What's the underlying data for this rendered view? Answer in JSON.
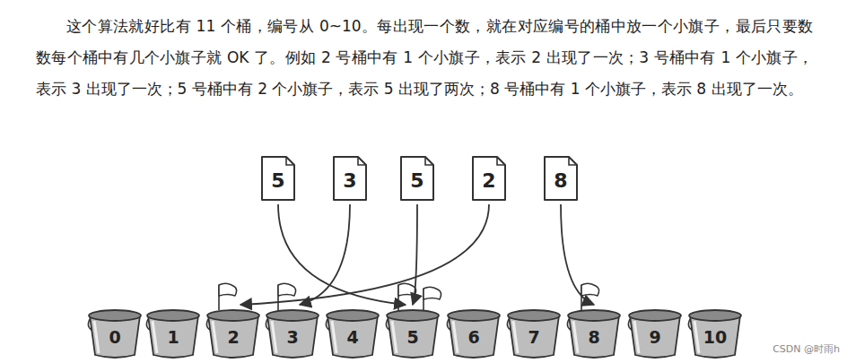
{
  "diagram": {
    "nodes": [
      {
        "text": [
          "5"
        ]
      },
      {
        "text": [
          "3"
        ]
      },
      {
        "text": [
          "5"
        ]
      },
      {
        "text": [
          "2"
        ]
      },
      {
        "text": [
          "8"
        ]
      },
      {
        "text": [
          "0"
        ]
      },
      {
        "text": [
          "1"
        ]
      },
      {
        "text": [
          "2"
        ]
      },
      {
        "text": [
          "3"
        ]
      },
      {
        "text": [
          "4"
        ]
      },
      {
        "text": [
          "5"
        ]
      },
      {
        "text": [
          "6"
        ]
      },
      {
        "text": [
          "7"
        ]
      },
      {
        "text": [
          "8"
        ]
      },
      {
        "text": [
          "9"
        ]
      },
      {
        "text": [
          "10"
        ]
      }
    ],
    "edges": [
      {
        "from": 0,
        "to": 10,
        "arrow": "to"
      },
      {
        "from": 1,
        "to": 8,
        "arrow": "to"
      },
      {
        "from": 2,
        "to": 10,
        "arrow": "to"
      },
      {
        "from": 3,
        "to": 7,
        "arrow": "to"
      },
      {
        "from": 4,
        "to": 13,
        "arrow": "to"
      }
    ],
    "labels": [
      "这个算法就好比有 11 个桶，编号从 0~10。每出现一个数，就在对应编号的桶中放一个小旗子，最后只要数数每个桶中有几个小旗子就 OK 了。例如 2 号桶中有 1 个小旗子，表示 2 出现了一次；3 号桶中有 1 个小旗子，表示 3 出现了一次；5 号桶中有 2 个小旗子，表示 5 出现了两次；8 号桶中有 1 个小旗子，表示 8 出现了一次。",
      "CSDN @时雨h"
    ]
  }
}
